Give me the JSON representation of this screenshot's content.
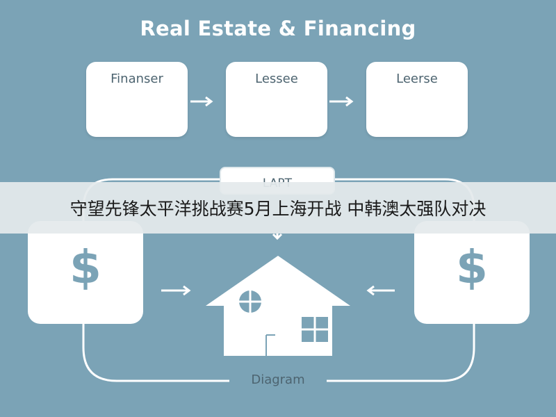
{
  "diagram": {
    "title": "Real Estate & Financing",
    "nodes": {
      "financer": "Finanser",
      "lessee": "Lessee",
      "leaser": "Leerse",
      "center_label": "LAPT",
      "left_symbol": "$",
      "right_symbol": "$",
      "bottom_label": "Diagram"
    }
  },
  "overlay": {
    "banner_text": "守望先锋太平洋挑战赛5月上海开战 中韩澳太强队对决"
  },
  "colors": {
    "background": "#7ba3b6",
    "box": "#ffffff",
    "text": "#4d6470",
    "banner": "#e4e9ec"
  }
}
